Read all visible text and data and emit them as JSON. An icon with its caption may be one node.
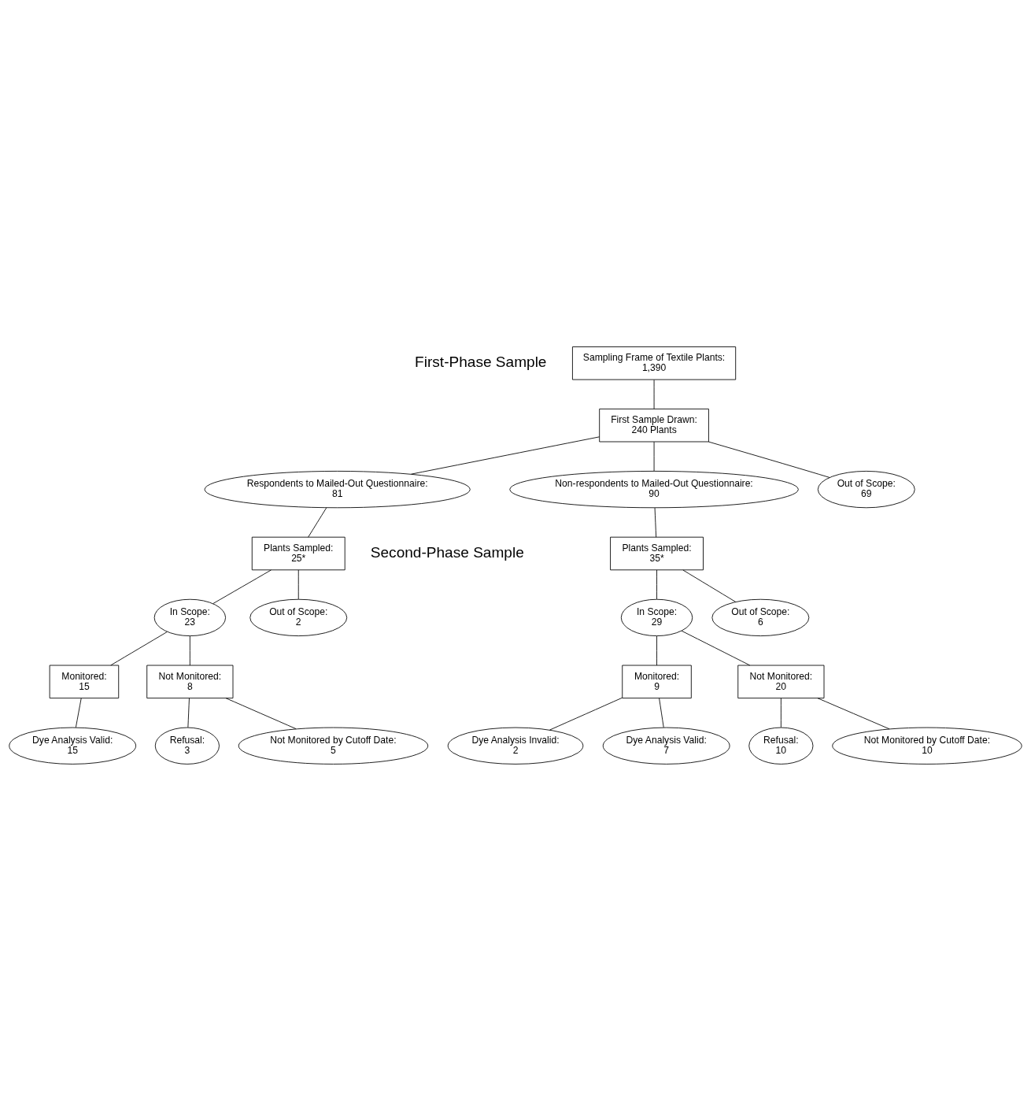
{
  "diagram": {
    "nodes": [
      {
        "text": [
          "Sampling Frame of Textile Plants:",
          "1,390"
        ]
      },
      {
        "text": [
          "First Sample Drawn:",
          "240 Plants"
        ]
      },
      {
        "text": [
          "Respondents to Mailed-Out Questionnaire:",
          "81"
        ]
      },
      {
        "text": [
          "Non-respondents to Mailed-Out Questionnaire:",
          "90"
        ]
      },
      {
        "text": [
          "Out of Scope:",
          "69"
        ]
      },
      {
        "text": [
          "Plants Sampled:",
          "25*"
        ]
      },
      {
        "text": [
          "Plants Sampled:",
          "35*"
        ]
      },
      {
        "text": [
          "In Scope:",
          "23"
        ]
      },
      {
        "text": [
          "Out of Scope:",
          "2"
        ]
      },
      {
        "text": [
          "In Scope:",
          "29"
        ]
      },
      {
        "text": [
          "Out of Scope:",
          "6"
        ]
      },
      {
        "text": [
          "Monitored:",
          "15"
        ]
      },
      {
        "text": [
          "Not Monitored:",
          "8"
        ]
      },
      {
        "text": [
          "Monitored:",
          "9"
        ]
      },
      {
        "text": [
          "Not Monitored:",
          "20"
        ]
      },
      {
        "text": [
          "Not Monitored by Cutoff Date:",
          "5"
        ]
      },
      {
        "text": [
          "Refusal:",
          "3"
        ]
      },
      {
        "text": [
          "Not Monitored by Cutoff Date:",
          "10"
        ]
      },
      {
        "text": [
          "Refusal:",
          "10"
        ]
      },
      {
        "text": [
          "Dye Analysis Valid:",
          "15"
        ]
      },
      {
        "text": [
          "Dye Analysis Valid:",
          "7"
        ]
      },
      {
        "text": [
          "Dye Analysis Invalid:",
          "2"
        ]
      }
    ],
    "edges": [
      {
        "from": 0,
        "to": 1,
        "arrow": "none"
      },
      {
        "from": 1,
        "to": 2,
        "arrow": "none"
      },
      {
        "from": 1,
        "to": 3,
        "arrow": "none"
      },
      {
        "from": 1,
        "to": 4,
        "arrow": "none"
      },
      {
        "from": 2,
        "to": 5,
        "arrow": "none"
      },
      {
        "from": 3,
        "to": 6,
        "arrow": "none"
      },
      {
        "from": 5,
        "to": 7,
        "arrow": "none"
      },
      {
        "from": 5,
        "to": 8,
        "arrow": "none"
      },
      {
        "from": 6,
        "to": 9,
        "arrow": "none"
      },
      {
        "from": 6,
        "to": 10,
        "arrow": "none"
      },
      {
        "from": 7,
        "to": 11,
        "arrow": "none"
      },
      {
        "from": 7,
        "to": 12,
        "arrow": "none"
      },
      {
        "from": 9,
        "to": 13,
        "arrow": "none"
      },
      {
        "from": 9,
        "to": 14,
        "arrow": "none"
      },
      {
        "from": 12,
        "to": 15,
        "arrow": "none"
      },
      {
        "from": 12,
        "to": 16,
        "arrow": "none"
      },
      {
        "from": 14,
        "to": 17,
        "arrow": "none"
      },
      {
        "from": 14,
        "to": 18,
        "arrow": "none"
      },
      {
        "from": 11,
        "to": 19,
        "arrow": "none"
      },
      {
        "from": 13,
        "to": 20,
        "arrow": "none"
      },
      {
        "from": 13,
        "to": 21,
        "arrow": "none"
      }
    ],
    "labels": [
      "First-Phase Sample",
      "Second-Phase Sample"
    ]
  }
}
